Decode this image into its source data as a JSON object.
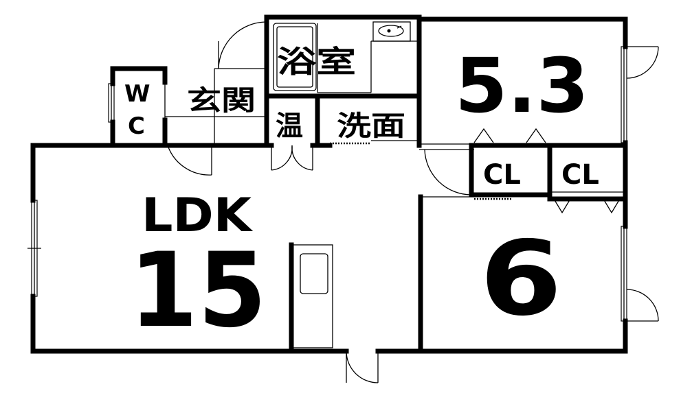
{
  "rooms": {
    "bath": "浴室",
    "entrance": "玄関",
    "wc_top": "W",
    "wc_bottom": "C",
    "water_heater": "温",
    "washroom": "洗面",
    "closet_left": "CL",
    "closet_right": "CL",
    "ldk_label": "LDK",
    "ldk_size": "15",
    "bedroom_north_size": "5.3",
    "bedroom_south_size": "6"
  }
}
